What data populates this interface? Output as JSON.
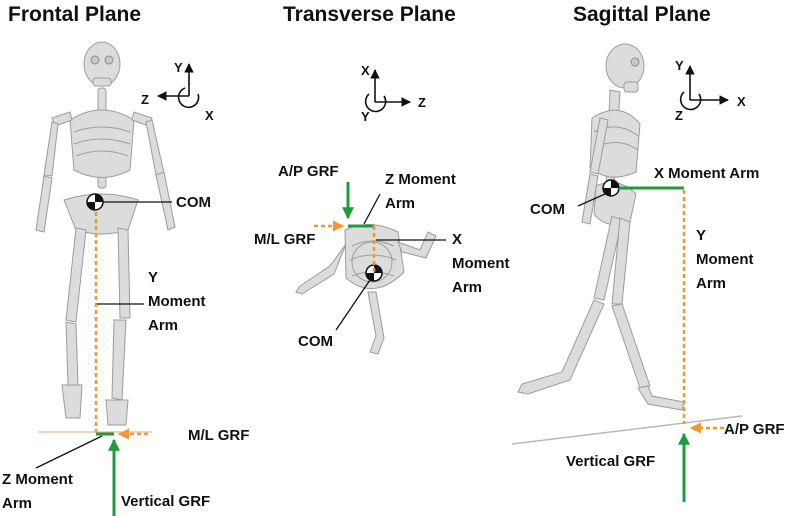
{
  "panels": {
    "frontal": {
      "title": "Frontal Plane",
      "axes": {
        "y": "Y",
        "z": "Z",
        "x": "X"
      },
      "labels": {
        "com": "COM",
        "y_moment_arm": [
          "Y",
          "Moment",
          "Arm"
        ],
        "ml_grf": "M/L GRF",
        "z_moment_arm": [
          "Z Moment",
          "Arm"
        ],
        "vertical_grf": "Vertical GRF"
      }
    },
    "transverse": {
      "title": "Transverse Plane",
      "axes": {
        "x": "X",
        "z": "Z",
        "y": "Y"
      },
      "labels": {
        "ap_grf": "A/P GRF",
        "z_moment_arm": [
          "Z Moment",
          "Arm"
        ],
        "ml_grf": "M/L GRF",
        "x_moment_arm": [
          "X",
          "Moment",
          "Arm"
        ],
        "com": "COM"
      }
    },
    "sagittal": {
      "title": "Sagittal Plane",
      "axes": {
        "y": "Y",
        "x": "X",
        "z": "Z"
      },
      "labels": {
        "x_moment_arm": "X Moment Arm",
        "com": "COM",
        "y_moment_arm": [
          "Y",
          "Moment",
          "Arm"
        ],
        "ap_grf": "A/P GRF",
        "vertical_grf": "Vertical GRF"
      }
    }
  },
  "colors": {
    "force_arrow": "#1f9a3c",
    "moment_arm": "#f0982f",
    "bone": "#dcdcdc"
  }
}
